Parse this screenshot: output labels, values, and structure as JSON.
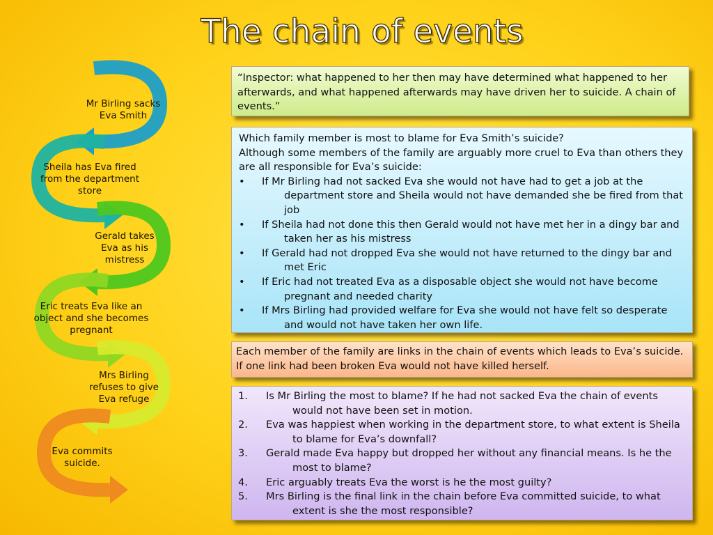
{
  "slide": {
    "title": "The chain of events",
    "colors": {
      "background": "#ffd21a",
      "arrow_blue": "#1e9fc8",
      "arrow_teal": "#1fb3a2",
      "arrow_green": "#4ec71d",
      "arrow_lightgreen": "#8fd722",
      "arrow_yellow": "#d8ea2c",
      "arrow_orange": "#ee8a20"
    }
  },
  "chain": {
    "steps": [
      {
        "lines": [
          "Mr Birling sacks",
          "Eva Smith"
        ]
      },
      {
        "lines": [
          "Sheila has Eva fired",
          "from the department",
          "store"
        ]
      },
      {
        "lines": [
          "Gerald takes",
          "Eva as his",
          "mistress"
        ]
      },
      {
        "lines": [
          "Eric treats Eva like an",
          "object and she becomes",
          "pregnant"
        ]
      },
      {
        "lines": [
          "Mrs Birling",
          "refuses to give",
          "Eva refuge"
        ]
      },
      {
        "lines": [
          "Eva commits",
          "suicide."
        ]
      }
    ]
  },
  "quote_box": {
    "text": "“Inspector: what happened to her then may have determined what happened to her afterwards, and what happened afterwards may have driven her to suicide. A chain of events.”"
  },
  "blame_box": {
    "intro": "Which family member is most to blame for Eva Smith’s suicide?",
    "intro2": "Although some members of the family are arguably more cruel to Eva than others they are all responsible for Eva’s suicide:",
    "bullet_marker": "•",
    "bullets": [
      "If Mr Birling had not sacked Eva she would not have had to get a job at the department store and Sheila would not have demanded she be fired from that job",
      "If Sheila had not done this then Gerald would not have met her in a dingy bar and taken her as his mistress",
      "If Gerald had not dropped Eva she would not have returned to the dingy bar and met Eric",
      "If Eric had not treated Eva as a disposable object she would not have become pregnant and needed charity",
      "If Mrs Birling had provided welfare for Eva she would not have felt so desperate and would not have taken her own life."
    ]
  },
  "links_box": {
    "text": "Each member of the family are links in the chain of events which leads to Eva’s suicide. If one link had been broken Eva would not have killed herself."
  },
  "questions_box": {
    "items": [
      {
        "num": "1.",
        "text": "Is Mr Birling the most to blame? If he had not sacked Eva the chain of events would not have been set in motion."
      },
      {
        "num": "2.",
        "text": "Eva was happiest when working in the department store, to what extent is Sheila to blame for Eva’s downfall?"
      },
      {
        "num": "3.",
        "text": "Gerald made Eva happy but dropped her without any financial means. Is he the most to blame?"
      },
      {
        "num": "4.",
        "text": "Eric arguably treats Eva the worst is he the most guilty?"
      },
      {
        "num": "5.",
        "text": "Mrs Birling is the final link in the chain before Eva committed suicide, to what extent is she the most responsible?"
      }
    ]
  }
}
